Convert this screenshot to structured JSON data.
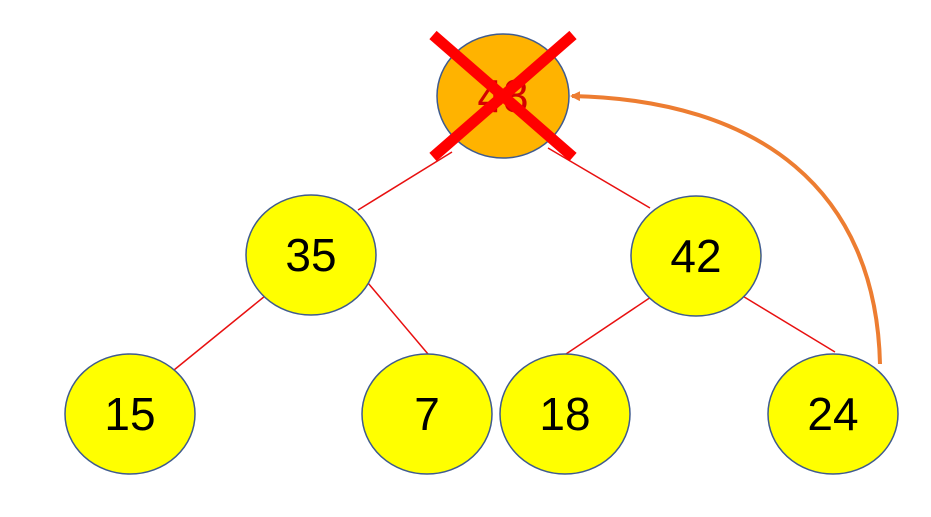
{
  "diagram": {
    "nodes": [
      {
        "id": "root",
        "label": "48",
        "fill": "#ffb300",
        "text_color": "#d40000",
        "removed": true
      },
      {
        "id": "n35",
        "label": "35",
        "fill": "#ffff00",
        "text_color": "#000000"
      },
      {
        "id": "n42",
        "label": "42",
        "fill": "#ffff00",
        "text_color": "#000000"
      },
      {
        "id": "n15",
        "label": "15",
        "fill": "#ffff00",
        "text_color": "#000000"
      },
      {
        "id": "n7",
        "label": "7",
        "fill": "#ffff00",
        "text_color": "#000000"
      },
      {
        "id": "n18",
        "label": "18",
        "fill": "#ffff00",
        "text_color": "#000000"
      },
      {
        "id": "n24",
        "label": "24",
        "fill": "#ffff00",
        "text_color": "#000000"
      }
    ],
    "edges": [
      {
        "from": "root",
        "to": "n35"
      },
      {
        "from": "root",
        "to": "n42"
      },
      {
        "from": "n35",
        "to": "n15"
      },
      {
        "from": "n35",
        "to": "n7"
      },
      {
        "from": "n42",
        "to": "n18"
      },
      {
        "from": "n42",
        "to": "n24"
      }
    ],
    "move_arrow": {
      "from": "n24",
      "to": "root"
    },
    "colors": {
      "node_stroke": "#3f5b8f",
      "edge": "#e81010",
      "cross": "#ff0000",
      "arrow": "#ed7d31"
    }
  }
}
